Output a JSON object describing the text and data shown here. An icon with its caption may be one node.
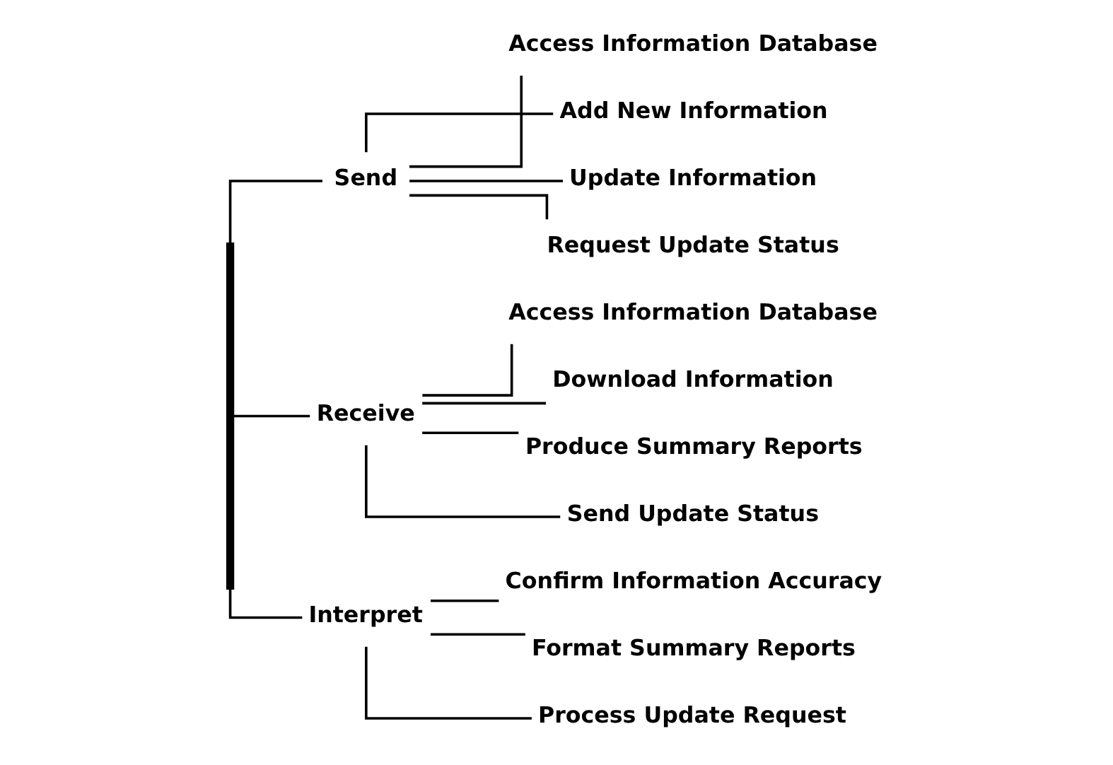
{
  "diagram": {
    "nodes": [
      {
        "text": [],
        "shape": "bar"
      },
      {
        "text": [
          "Send"
        ]
      },
      {
        "text": [
          "Access Information Database"
        ]
      },
      {
        "text": [
          "Add New Information"
        ]
      },
      {
        "text": [
          "Update Information"
        ]
      },
      {
        "text": [
          "Request Update Status"
        ]
      },
      {
        "text": [
          "Receive"
        ]
      },
      {
        "text": [
          "Access Information Database"
        ]
      },
      {
        "text": [
          "Download Information"
        ]
      },
      {
        "text": [
          "Produce Summary Reports"
        ]
      },
      {
        "text": [
          "Send Update Status"
        ]
      },
      {
        "text": [
          "Interpret"
        ]
      },
      {
        "text": [
          "Confirm Information Accuracy"
        ]
      },
      {
        "text": [
          "Format Summary Reports"
        ]
      },
      {
        "text": [
          "Process Update Request"
        ]
      }
    ],
    "edges": [
      {
        "from": 0,
        "to": 1,
        "arrow": "none"
      },
      {
        "from": 1,
        "to": 2,
        "arrow": "none"
      },
      {
        "from": 1,
        "to": 3,
        "arrow": "none"
      },
      {
        "from": 1,
        "to": 4,
        "arrow": "none"
      },
      {
        "from": 1,
        "to": 5,
        "arrow": "none"
      },
      {
        "from": 0,
        "to": 6,
        "arrow": "none"
      },
      {
        "from": 6,
        "to": 7,
        "arrow": "none"
      },
      {
        "from": 6,
        "to": 8,
        "arrow": "none"
      },
      {
        "from": 6,
        "to": 9,
        "arrow": "none"
      },
      {
        "from": 6,
        "to": 10,
        "arrow": "none"
      },
      {
        "from": 0,
        "to": 11,
        "arrow": "none"
      },
      {
        "from": 11,
        "to": 12,
        "arrow": "none"
      },
      {
        "from": 11,
        "to": 13,
        "arrow": "none"
      },
      {
        "from": 11,
        "to": 14,
        "arrow": "none"
      }
    ]
  }
}
